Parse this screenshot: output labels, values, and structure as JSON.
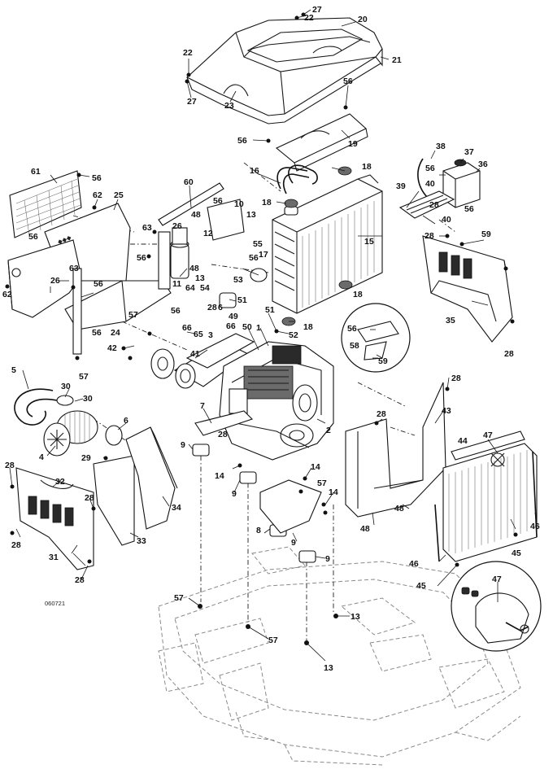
{
  "figure_code": "060721",
  "callouts": [
    {
      "id": "c-27a",
      "text": "27"
    },
    {
      "id": "c-22a",
      "text": "22"
    },
    {
      "id": "c-20",
      "text": "20"
    },
    {
      "id": "c-21",
      "text": "21"
    },
    {
      "id": "c-22b",
      "text": "22"
    },
    {
      "id": "c-27b",
      "text": "27"
    },
    {
      "id": "c-23",
      "text": "23"
    },
    {
      "id": "c-56a",
      "text": "56"
    },
    {
      "id": "c-56b",
      "text": "56"
    },
    {
      "id": "c-19",
      "text": "19"
    },
    {
      "id": "c-61",
      "text": "61"
    },
    {
      "id": "c-56c",
      "text": "56"
    },
    {
      "id": "c-62a",
      "text": "62"
    },
    {
      "id": "c-25",
      "text": "25"
    },
    {
      "id": "c-56d",
      "text": "56"
    },
    {
      "id": "c-60",
      "text": "60"
    },
    {
      "id": "c-56e",
      "text": "56"
    },
    {
      "id": "c-10",
      "text": "10"
    },
    {
      "id": "c-16",
      "text": "16"
    },
    {
      "id": "c-18a",
      "text": "18"
    },
    {
      "id": "c-18b",
      "text": "18"
    },
    {
      "id": "c-38",
      "text": "38"
    },
    {
      "id": "c-37",
      "text": "37"
    },
    {
      "id": "c-36",
      "text": "36"
    },
    {
      "id": "c-56f",
      "text": "56"
    },
    {
      "id": "c-40a",
      "text": "40"
    },
    {
      "id": "c-39",
      "text": "39"
    },
    {
      "id": "c-28a",
      "text": "28"
    },
    {
      "id": "c-40b",
      "text": "40"
    },
    {
      "id": "c-56g",
      "text": "56"
    },
    {
      "id": "c-63a",
      "text": "63"
    },
    {
      "id": "c-26a",
      "text": "26"
    },
    {
      "id": "c-48a",
      "text": "48"
    },
    {
      "id": "c-13a",
      "text": "13"
    },
    {
      "id": "c-12",
      "text": "12"
    },
    {
      "id": "c-15",
      "text": "15"
    },
    {
      "id": "c-59a",
      "text": "59"
    },
    {
      "id": "c-28b",
      "text": "28"
    },
    {
      "id": "c-56h",
      "text": "56"
    },
    {
      "id": "c-55",
      "text": "55"
    },
    {
      "id": "c-56i",
      "text": "56"
    },
    {
      "id": "c-17",
      "text": "17"
    },
    {
      "id": "c-63b",
      "text": "63"
    },
    {
      "id": "c-11",
      "text": "11"
    },
    {
      "id": "c-48b",
      "text": "48"
    },
    {
      "id": "c-13b",
      "text": "13"
    },
    {
      "id": "c-53",
      "text": "53"
    },
    {
      "id": "c-54",
      "text": "54"
    },
    {
      "id": "c-26b",
      "text": "26"
    },
    {
      "id": "c-56j",
      "text": "56"
    },
    {
      "id": "c-62b",
      "text": "62"
    },
    {
      "id": "c-64",
      "text": "64"
    },
    {
      "id": "c-51a",
      "text": "51"
    },
    {
      "id": "c-28c",
      "text": "28"
    },
    {
      "id": "c-6a",
      "text": "6"
    },
    {
      "id": "c-18c",
      "text": "18"
    },
    {
      "id": "c-18d",
      "text": "18"
    },
    {
      "id": "c-35",
      "text": "35"
    },
    {
      "id": "c-57a",
      "text": "57"
    },
    {
      "id": "c-56k",
      "text": "56"
    },
    {
      "id": "c-24",
      "text": "24"
    },
    {
      "id": "c-49",
      "text": "49"
    },
    {
      "id": "c-51b",
      "text": "51"
    },
    {
      "id": "c-66a",
      "text": "66"
    },
    {
      "id": "c-65",
      "text": "65"
    },
    {
      "id": "c-66b",
      "text": "66"
    },
    {
      "id": "c-3",
      "text": "3"
    },
    {
      "id": "c-50",
      "text": "50"
    },
    {
      "id": "c-1",
      "text": "1"
    },
    {
      "id": "c-52",
      "text": "52"
    },
    {
      "id": "c-56l",
      "text": "56"
    },
    {
      "id": "c-56m",
      "text": "56"
    },
    {
      "id": "c-58",
      "text": "58"
    },
    {
      "id": "c-59b",
      "text": "59"
    },
    {
      "id": "c-28d",
      "text": "28"
    },
    {
      "id": "c-42",
      "text": "42"
    },
    {
      "id": "c-41",
      "text": "41"
    },
    {
      "id": "c-57b",
      "text": "57"
    },
    {
      "id": "c-5",
      "text": "5"
    },
    {
      "id": "c-30a",
      "text": "30"
    },
    {
      "id": "c-30b",
      "text": "30"
    },
    {
      "id": "c-28e",
      "text": "28"
    },
    {
      "id": "c-43",
      "text": "43"
    },
    {
      "id": "c-7",
      "text": "7"
    },
    {
      "id": "c-2",
      "text": "2"
    },
    {
      "id": "c-28f",
      "text": "28"
    },
    {
      "id": "c-6b",
      "text": "6"
    },
    {
      "id": "c-4",
      "text": "4"
    },
    {
      "id": "c-9a",
      "text": "9"
    },
    {
      "id": "c-28g",
      "text": "28"
    },
    {
      "id": "c-29",
      "text": "29"
    },
    {
      "id": "c-32",
      "text": "32"
    },
    {
      "id": "c-44",
      "text": "44"
    },
    {
      "id": "c-47a",
      "text": "47"
    },
    {
      "id": "c-28h",
      "text": "28"
    },
    {
      "id": "c-14a",
      "text": "14"
    },
    {
      "id": "c-14b",
      "text": "14"
    },
    {
      "id": "c-14c",
      "text": "14"
    },
    {
      "id": "c-9b",
      "text": "9"
    },
    {
      "id": "c-57c",
      "text": "57"
    },
    {
      "id": "c-28i",
      "text": "28"
    },
    {
      "id": "c-34",
      "text": "34"
    },
    {
      "id": "c-48c",
      "text": "48"
    },
    {
      "id": "c-46a",
      "text": "46"
    },
    {
      "id": "c-8",
      "text": "8"
    },
    {
      "id": "c-48d",
      "text": "48"
    },
    {
      "id": "c-28j",
      "text": "28"
    },
    {
      "id": "c-33",
      "text": "33"
    },
    {
      "id": "c-9c",
      "text": "9"
    },
    {
      "id": "c-45a",
      "text": "45"
    },
    {
      "id": "c-31",
      "text": "31"
    },
    {
      "id": "c-9d",
      "text": "9"
    },
    {
      "id": "c-28k",
      "text": "28"
    },
    {
      "id": "c-46b",
      "text": "46"
    },
    {
      "id": "c-45b",
      "text": "45"
    },
    {
      "id": "c-47b",
      "text": "47"
    },
    {
      "id": "c-57d",
      "text": "57"
    },
    {
      "id": "c-13c",
      "text": "13"
    },
    {
      "id": "c-57e",
      "text": "57"
    },
    {
      "id": "c-13d",
      "text": "13"
    }
  ]
}
